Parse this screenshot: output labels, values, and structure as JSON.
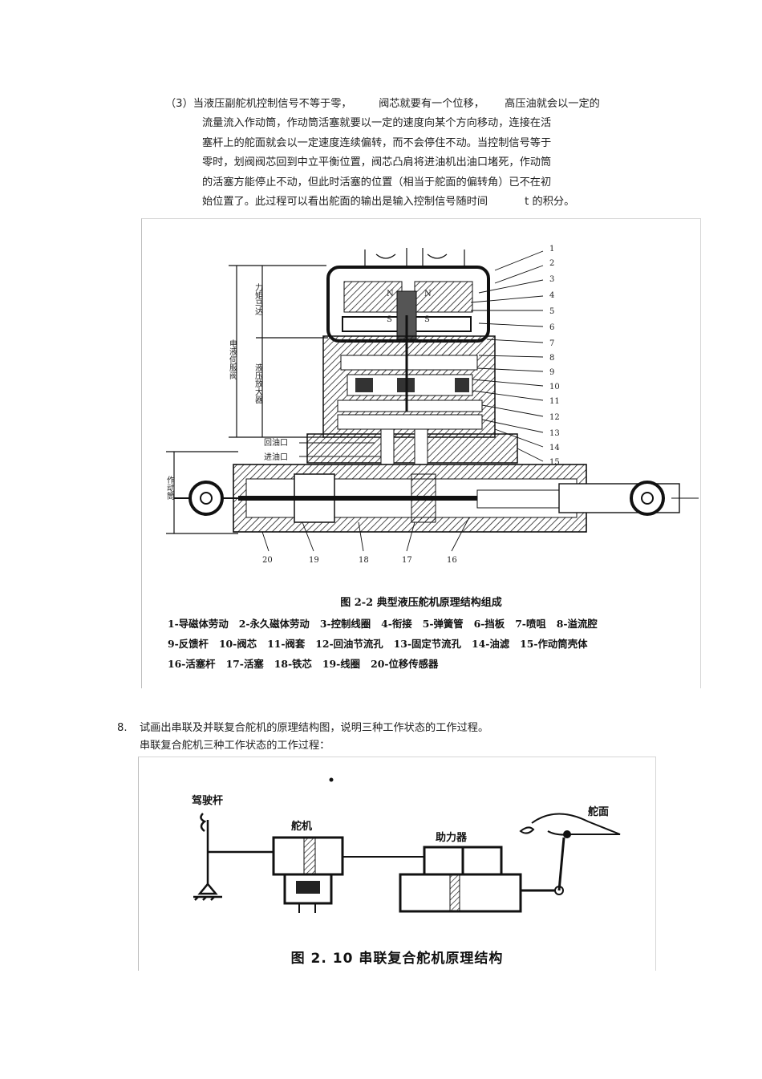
{
  "paragraph": {
    "lines": [
      "（3）当液压副舵机控制信号不等于零，        阀芯就要有一个位移，      高压油就会以一定的",
      "流量流入作动筒，作动筒活塞就要以一定的速度向某个方向移动，连接在活",
      "塞杆上的舵面就会以一定速度连续偏转，而不会停住不动。当控制信号等于",
      "零时，划阀阀芯回到中立平衡位置，阀芯凸肩将进油机出油口堵死，作动筒",
      "的活塞方能停止不动，但此时活塞的位置（相当于舵面的偏转角）已不在初",
      "始位置了。此过程可以看出舵面的输出是输入控制信号随时间           t 的积分。"
    ]
  },
  "figure1": {
    "caption": "图 2-2    典型液压舵机原理结构组成",
    "side_labels": {
      "electro_servo": "电液伺服阀",
      "torque_motor": "力矩马达",
      "hydraulic_amp": "液压放大器",
      "actuator": "作动筒"
    },
    "ports": {
      "return": "回油口",
      "inlet": "进油口"
    },
    "callouts_right": [
      "1",
      "2",
      "3",
      "4",
      "5",
      "6",
      "7",
      "8",
      "9",
      "10",
      "11",
      "12",
      "13",
      "14",
      "15"
    ],
    "callouts_bottom": [
      "20",
      "19",
      "18",
      "17",
      "16"
    ],
    "legend_rows": [
      [
        "1-导磁体劳动",
        "2-永久磁体劳动",
        "3-控制线圈",
        "4-衔接",
        "5-弹簧管",
        "6-挡板",
        "7-喷咀",
        "8-溢流腔"
      ],
      [
        "9-反馈杆",
        "10-阀芯",
        "11-阀套",
        "12-回油节流孔",
        "13-固定节流孔",
        "14-油滤",
        "15-作动筒壳体"
      ],
      [
        "16-活塞杆",
        "17-活塞",
        "18-铁芯",
        "19-线圈",
        "20-位移传感器"
      ]
    ]
  },
  "question8": {
    "number": "8.",
    "text": "试画出串联及并联复合舵机的原理结构图，说明三种工作状态的工作过程。",
    "subtext": "串联复合舵机三种工作状态的工作过程："
  },
  "figure2": {
    "labels": {
      "stick": "驾驶杆",
      "servo": "舵机",
      "booster": "助力器",
      "surface": "舵面"
    },
    "caption": "图 2. 10    串联复合舵机原理结构"
  }
}
